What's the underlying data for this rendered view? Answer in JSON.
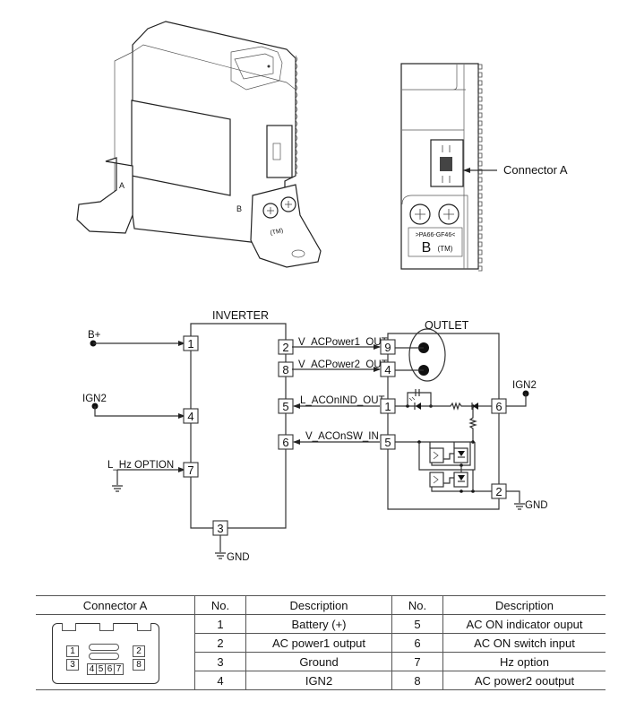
{
  "component_views": {
    "iso_view": {
      "marks": [
        "A",
        "B"
      ],
      "label_text": "(TM)"
    },
    "side_view": {
      "callout": "Connector A",
      "mold_code": ">PA66-GF46<",
      "mark": "B",
      "mark_suffix": "(TM)"
    }
  },
  "schematic": {
    "inverter": {
      "title": "INVERTER",
      "pins_left": [
        "1",
        "4",
        "7"
      ],
      "pins_right": [
        "2",
        "8",
        "5",
        "6"
      ],
      "pin_bottom": "3"
    },
    "outlet": {
      "title": "OUTLET",
      "pins_left": [
        "9",
        "4",
        "1",
        "5"
      ],
      "pins_right": [
        "6",
        "2"
      ]
    },
    "inputs": {
      "b_plus": "B+",
      "ign2_left": "IGN2",
      "hz_option": "L_Hz OPTION",
      "ign2_right": "IGN2"
    },
    "signals": {
      "ac_power1": "V_ACPower1_OUT",
      "ac_power2": "V_ACPower2_OUT",
      "ac_on_ind": "L_ACOnIND_OUT",
      "ac_on_sw": "V_ACOnSW_IN"
    },
    "grounds": {
      "inverter_gnd": "GND",
      "outlet_gnd": "GND"
    }
  },
  "pin_table": {
    "headers": [
      "Connector A",
      "No.",
      "Description",
      "No.",
      "Description"
    ],
    "rows": [
      {
        "no1": "1",
        "desc1": "Battery (+)",
        "no2": "5",
        "desc2": "AC ON indicator ouput"
      },
      {
        "no1": "2",
        "desc1": "AC power1 output",
        "no2": "6",
        "desc2": "AC ON switch input"
      },
      {
        "no1": "3",
        "desc1": "Ground",
        "no2": "7",
        "desc2": "Hz option"
      },
      {
        "no1": "4",
        "desc1": "IGN2",
        "no2": "8",
        "desc2": "AC power2 ooutput"
      }
    ],
    "connector_face": {
      "pins": [
        "1",
        "2",
        "3",
        "8",
        "4",
        "5",
        "6",
        "7"
      ]
    }
  }
}
